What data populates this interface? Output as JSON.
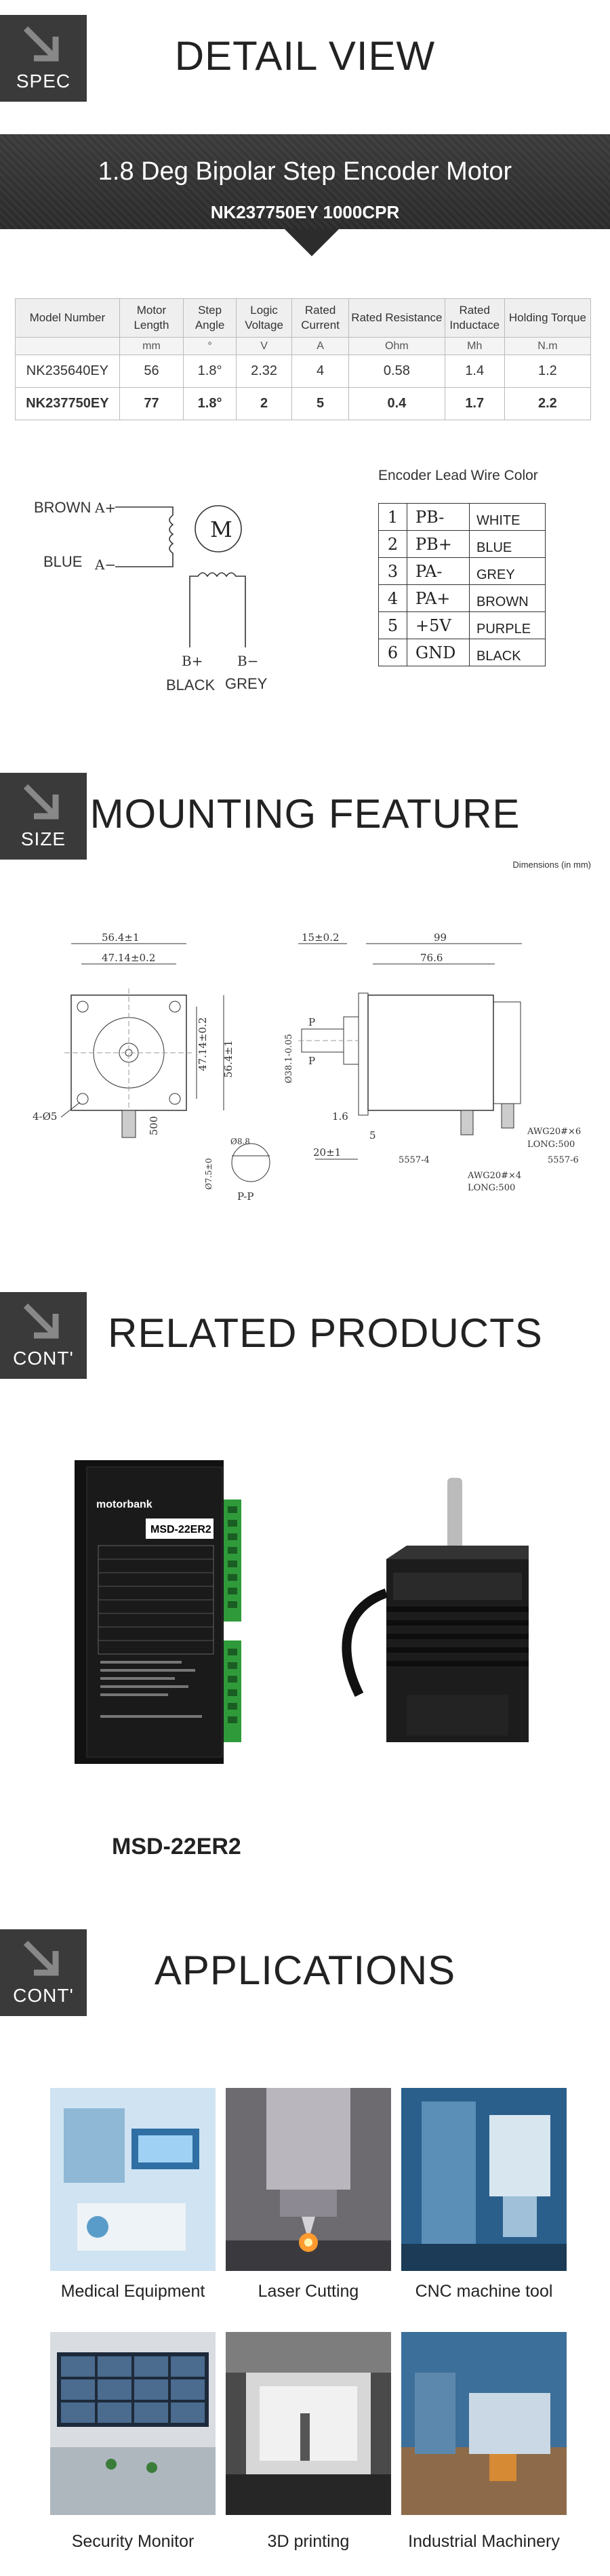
{
  "sections": {
    "spec": {
      "tag": "SPEC",
      "title": "DETAIL VIEW"
    },
    "size": {
      "tag": "SIZE",
      "title": "MOUNTING FEATURE"
    },
    "related": {
      "tag": "CONT'",
      "title": "RELATED PRODUCTS"
    },
    "applications": {
      "tag": "CONT'",
      "title": "APPLICATIONS"
    }
  },
  "banner": {
    "title": "1.8 Deg Bipolar Step Encoder Motor",
    "subtitle": "NK237750EY 1000CPR"
  },
  "spec_table": {
    "headers": [
      "Model Number",
      "Motor Length",
      "Step Angle",
      "Logic Voltage",
      "Rated Current",
      "Rated Resistance",
      "Rated Inductace",
      "Holding Torque"
    ],
    "units": [
      "",
      "mm",
      "°",
      "V",
      "A",
      "Ohm",
      "Mh",
      "N.m"
    ],
    "rows": [
      [
        "NK235640EY",
        "56",
        "1.8°",
        "2.32",
        "4",
        "0.58",
        "1.4",
        "1.2"
      ],
      [
        "NK237750EY",
        "77",
        "1.8°",
        "2",
        "5",
        "0.4",
        "1.7",
        "2.2"
      ]
    ]
  },
  "wiring": {
    "brown": "BROWN",
    "blue": "BLUE",
    "black": "BLACK",
    "grey": "GREY",
    "a_plus": "A+",
    "a_minus": "A−",
    "b_plus": "B+",
    "b_minus": "B−",
    "motor": "M"
  },
  "encoder": {
    "title": "Encoder Lead Wire Color",
    "rows": [
      {
        "n": "1",
        "signal": "PB-",
        "color": "WHITE"
      },
      {
        "n": "2",
        "signal": "PB+",
        "color": "BLUE"
      },
      {
        "n": "3",
        "signal": "PA-",
        "color": "GREY"
      },
      {
        "n": "4",
        "signal": "PA+",
        "color": "BROWN"
      },
      {
        "n": "5",
        "signal": "+5V",
        "color": "PURPLE"
      },
      {
        "n": "6",
        "signal": "GND",
        "color": "BLACK"
      }
    ]
  },
  "mounting": {
    "dims_note": "Dimensions (in mm)",
    "d_56": "56.4±1",
    "d_47": "47.14±0.2",
    "d_47v": "47.14±0.2",
    "d_56v": "56.4±1",
    "holes": "4-Ø5",
    "d_500": "500",
    "d_15": "15±0.2",
    "d_99": "99",
    "d_76": "76.6",
    "d_shaft": "Ø38.1-0.05",
    "d_p1": "P",
    "d_p2": "P",
    "d_16": "1.6",
    "d_5": "5",
    "d_20": "20±1",
    "c_5557_4": "5557-4",
    "c_5557_6": "5557-6",
    "awg6": "AWG20#×6",
    "long1": "LONG:500",
    "awg4": "AWG20#×4",
    "long2": "LONG:500",
    "pp": "P-P",
    "d_88": "Ø8.8",
    "d_75": "Ø7.5±0"
  },
  "related": {
    "caption": "MSD-22ER2",
    "driver_brand": "motorbank",
    "driver_model": "MSD-22ER2"
  },
  "applications": [
    "Medical Equipment",
    "Laser Cutting",
    "CNC machine tool",
    "Security Monitor",
    "3D printing",
    "Industrial Machinery"
  ]
}
